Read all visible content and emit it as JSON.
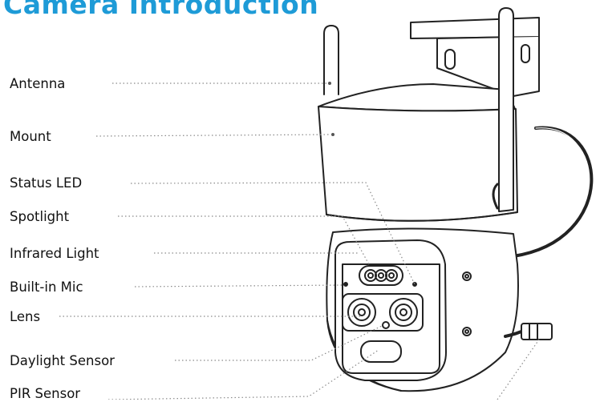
{
  "title": "Camera Introduction",
  "colors": {
    "title": "#1e9bd7",
    "ink": "#222222",
    "leader": "#8a8a8a"
  },
  "labels": [
    {
      "id": "antenna",
      "text": "Antenna"
    },
    {
      "id": "mount",
      "text": "Mount"
    },
    {
      "id": "status-led",
      "text": "Status LED"
    },
    {
      "id": "spotlight",
      "text": "Spotlight"
    },
    {
      "id": "infrared-light",
      "text": "Infrared Light"
    },
    {
      "id": "built-in-mic",
      "text": "Built-in Mic"
    },
    {
      "id": "lens",
      "text": "Lens"
    },
    {
      "id": "daylight-sensor",
      "text": "Daylight Sensor"
    },
    {
      "id": "pir-sensor",
      "text": "PIR Sensor"
    }
  ]
}
